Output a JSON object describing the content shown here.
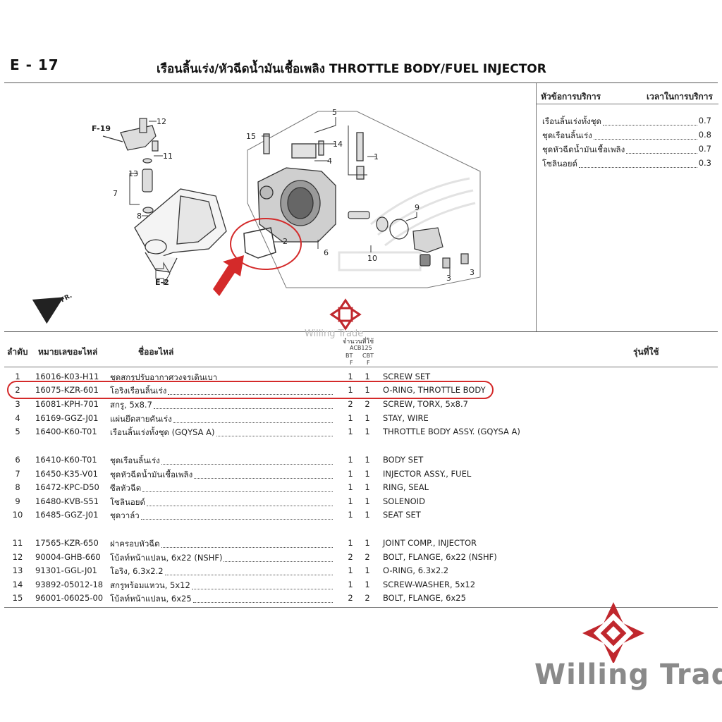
{
  "header": {
    "code": "E - 17",
    "title": "เรือนลิ้นเร่ง/หัวฉีดน้ำมันเชื้อเพลิง  THROTTLE BODY/FUEL INJECTOR"
  },
  "service_panel": {
    "col_left": "หัวข้อการบริการ",
    "col_right": "เวลาในการบริการ",
    "items": [
      {
        "name": "เรือนลิ้นเร่งทั้งชุด",
        "time": "0.7"
      },
      {
        "name": "ชุดเรือนลิ้นเร่ง",
        "time": "0.8"
      },
      {
        "name": "ชุดหัวฉีดน้ำมันเชื้อเพลิง",
        "time": "0.7"
      },
      {
        "name": "โซลินอยด์",
        "time": "0.3"
      }
    ]
  },
  "diagram": {
    "refs": {
      "f19": "F-19",
      "e2": "E-2",
      "fr": "FR.",
      "n1": "1",
      "n2": "2",
      "n3a": "3",
      "n3b": "3",
      "n4": "4",
      "n5": "5",
      "n6": "6",
      "n7": "7",
      "n8": "8",
      "n9": "9",
      "n10": "10",
      "n11": "11",
      "n12": "12",
      "n13": "13",
      "n14": "14",
      "n15": "15"
    },
    "watermark": "Willing Trade",
    "colors": {
      "highlight": "#d42a2a",
      "logo": "#c0272d"
    }
  },
  "table": {
    "headers": {
      "no": "ลำดับ",
      "part": "หมายเลขอะไหล่",
      "name": "ชื่ออะไหล่",
      "qty": "จำนวนที่ใช้",
      "model": "ACB125",
      "bt": "BT",
      "cbt": "CBT",
      "f1": "F",
      "f2": "F",
      "used": "รุ่นที่ใช้"
    },
    "rows": [
      {
        "no": "1",
        "part": "16016-K03-H11",
        "name": "ชุดสกรูปรับอากาศวงจรเดินเบา",
        "bt": "1",
        "cbt": "1",
        "desc": "SCREW SET"
      },
      {
        "no": "2",
        "part": "16075-KZR-601",
        "name": "โอริงเรือนลิ้นเร่ง",
        "bt": "1",
        "cbt": "1",
        "desc": "O-RING, THROTTLE BODY"
      },
      {
        "no": "3",
        "part": "16081-KPH-701",
        "name": "สกรู, 5x8.7",
        "bt": "2",
        "cbt": "2",
        "desc": "SCREW, TORX, 5x8.7"
      },
      {
        "no": "4",
        "part": "16169-GGZ-J01",
        "name": "แผ่นยึดสายคันเร่ง",
        "bt": "1",
        "cbt": "1",
        "desc": "STAY, WIRE"
      },
      {
        "no": "5",
        "part": "16400-K60-T01",
        "name": "เรือนลิ้นเร่งทั้งชุด (GQYSA A)",
        "bt": "1",
        "cbt": "1",
        "desc": "THROTTLE BODY ASSY. (GQYSA A)"
      },
      {
        "no": "6",
        "part": "16410-K60-T01",
        "name": "ชุดเรือนลิ้นเร่ง",
        "bt": "1",
        "cbt": "1",
        "desc": "BODY SET"
      },
      {
        "no": "7",
        "part": "16450-K35-V01",
        "name": "ชุดหัวฉีดน้ำมันเชื้อเพลิง",
        "bt": "1",
        "cbt": "1",
        "desc": "INJECTOR ASSY., FUEL"
      },
      {
        "no": "8",
        "part": "16472-KPC-D50",
        "name": "ซีลหัวฉีด",
        "bt": "1",
        "cbt": "1",
        "desc": "RING, SEAL"
      },
      {
        "no": "9",
        "part": "16480-KVB-S51",
        "name": "โซลินอยด์",
        "bt": "1",
        "cbt": "1",
        "desc": "SOLENOID"
      },
      {
        "no": "10",
        "part": "16485-GGZ-J01",
        "name": "ชุดวาล์ว",
        "bt": "1",
        "cbt": "1",
        "desc": "SEAT SET"
      },
      {
        "no": "11",
        "part": "17565-KZR-650",
        "name": "ฝาครอบหัวฉีด",
        "bt": "1",
        "cbt": "1",
        "desc": "JOINT COMP., INJECTOR"
      },
      {
        "no": "12",
        "part": "90004-GHB-660",
        "name": "โบ้ลท์หน้าแปลน, 6x22 (NSHF)",
        "bt": "2",
        "cbt": "2",
        "desc": "BOLT, FLANGE, 6x22 (NSHF)"
      },
      {
        "no": "13",
        "part": "91301-GGL-J01",
        "name": "โอริง, 6.3x2.2",
        "bt": "1",
        "cbt": "1",
        "desc": "O-RING, 6.3x2.2"
      },
      {
        "no": "14",
        "part": "93892-05012-18",
        "name": "สกรูพร้อมแหวน, 5x12",
        "bt": "1",
        "cbt": "1",
        "desc": "SCREW-WASHER, 5x12"
      },
      {
        "no": "15",
        "part": "96001-06025-00",
        "name": "โบ้ลท์หน้าแปลน, 6x25",
        "bt": "2",
        "cbt": "2",
        "desc": "BOLT, FLANGE, 6x25"
      }
    ]
  },
  "brand": {
    "name": "Willing Trade"
  }
}
